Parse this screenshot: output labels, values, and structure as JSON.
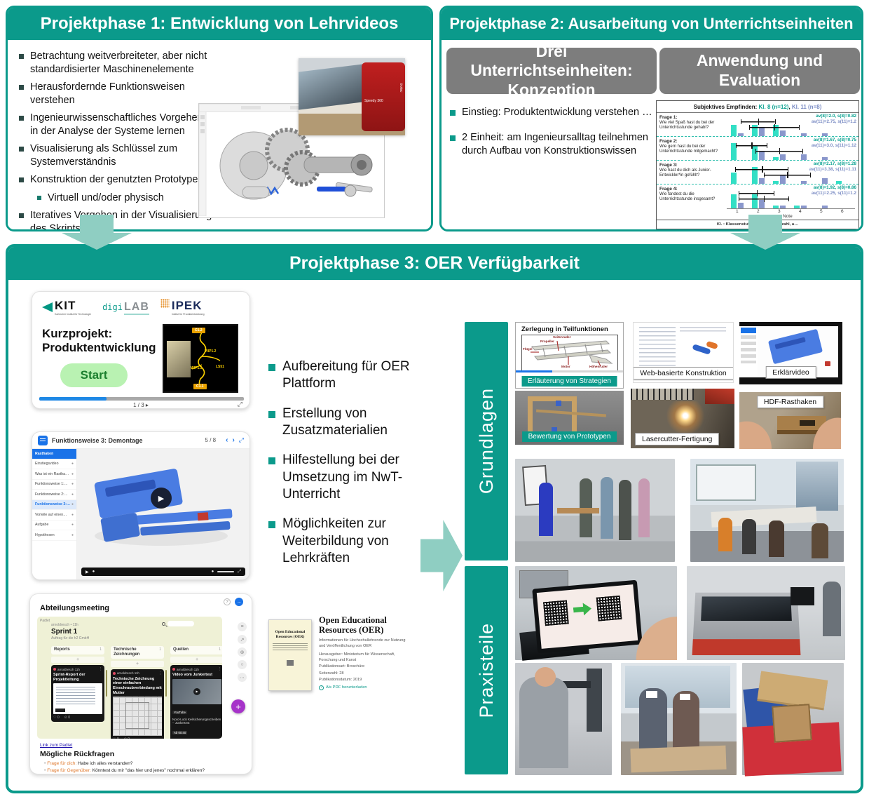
{
  "colors": {
    "teal": "#0b9a8b",
    "teal_light": "#8fcec2",
    "gray_header": "#7d7d7d",
    "chart_teal": "#33dfc5",
    "chart_blue": "#8a97cc",
    "progress_blue": "#1e88e5",
    "start_green": "#b9f2b2",
    "plus_purple": "#a633c9"
  },
  "phase1": {
    "title": "Projektphase 1: Entwicklung von Lehrvideos",
    "bullets": [
      {
        "text": "Betrachtung weitverbreiteter, aber nicht standardisierter Maschinenelemente",
        "level": 1
      },
      {
        "text": "Herausfordernde Funktionsweisen verstehen",
        "level": 1
      },
      {
        "text": "Ingenieurwissenschaftliches Vorgehen in der Analyse der Systeme lernen",
        "level": 1
      },
      {
        "text": "Visualisierung als Schlüssel zum Systemverständnis",
        "level": 1
      },
      {
        "text": "Konstruktion der genutzten Prototypen",
        "level": 1
      },
      {
        "text": "Virtuell und/oder physisch",
        "level": 2
      },
      {
        "text": "Iteratives Vorgehen in der Visualisierung des Skripts",
        "level": 1
      }
    ],
    "machine_label_1": "Speedy 360",
    "machine_label_2": "trotec"
  },
  "phase2": {
    "title": "Projektphase 2: Ausarbeitung von Unterrichtseinheiten",
    "col_left_header": "Drei Unterrichtseinheiten: Konzeption",
    "col_right_header": "Anwendung und Evaluation",
    "bullets": [
      {
        "text": "Einstieg: Produktentwicklung verstehen …",
        "level": 1
      },
      {
        "text": "2 Einheit: am Ingenieursalltag teilnehmen durch Aufbau von Konstruktionswissen",
        "level": 1
      }
    ]
  },
  "chart_data": {
    "type": "bar",
    "title": "Subjektives Empfinden:",
    "legend": [
      {
        "label": "Kl. 8 (n=12)",
        "color": "#33dfc5"
      },
      {
        "label": "Kl. 11 (n=8)",
        "color": "#8a97cc"
      }
    ],
    "xlabel": "Note",
    "x": [
      1,
      2,
      3,
      4,
      5,
      6
    ],
    "xlim": [
      0.5,
      6.5
    ],
    "rows": [
      {
        "label": "Frage 1:",
        "question": "Wie viel Spaß hast du bei der Unterrichtsstunde gehabt?",
        "stats_kl8": "av(8)=2.0, s(8)=0.82",
        "stats_kl11": "av(11)=2.75, s(11)=1.2",
        "kl8_av": 2.0,
        "kl8_s": 0.82,
        "kl11_av": 2.75,
        "kl11_s": 1.2,
        "kl8_counts": [
          4,
          4,
          4,
          0,
          0,
          0
        ],
        "kl11_counts": [
          1,
          3,
          2,
          1,
          1,
          0
        ]
      },
      {
        "label": "Frage 2:",
        "question": "Wie gern hast du bei der Unterrichtsstunde mitgemacht?",
        "stats_kl8": "av(8)=1.67, s(8)=0.75",
        "stats_kl11": "av(11)=3.0, s(11)=1.12",
        "kl8_av": 1.67,
        "kl8_s": 0.75,
        "kl11_av": 3.0,
        "kl11_s": 1.12,
        "kl8_counts": [
          6,
          5,
          1,
          0,
          0,
          0
        ],
        "kl11_counts": [
          0,
          3,
          2,
          2,
          1,
          0
        ]
      },
      {
        "label": "Frage 3:",
        "question": "Wie hast du dich als Junior-Entwickler*in gefühlt?",
        "stats_kl8": "av(8)=2.17, s(8)=1.28",
        "stats_kl11": "av(11)=3.38, s(11)=1.11",
        "kl8_av": 2.17,
        "kl8_s": 1.28,
        "kl11_av": 3.38,
        "kl11_s": 1.11,
        "kl8_counts": [
          4,
          6,
          1,
          0,
          0,
          1
        ],
        "kl11_counts": [
          0,
          2,
          3,
          1,
          2,
          0
        ]
      },
      {
        "label": "Frage 4:",
        "question": "Wie fandest du die Unterrichtsstunde insgesamt?",
        "stats_kl8": "av(8)=1.92, s(8)=0.86",
        "stats_kl11": "av(11)=2.25, s(11)=1.2",
        "kl8_av": 1.92,
        "kl8_s": 0.86,
        "kl11_av": 2.25,
        "kl11_s": 1.2,
        "kl8_counts": [
          5,
          5,
          1,
          1,
          0,
          0
        ],
        "kl11_counts": [
          2,
          3,
          1,
          1,
          1,
          0
        ]
      }
    ],
    "footnote": "Kl. : Klassenstufe, n : Probandenzahl, a…"
  },
  "phase3": {
    "title": "Projektphase 3: OER Verfügbarkeit",
    "bullets": [
      {
        "text": "Aufbereitung für OER Plattform",
        "level": 1
      },
      {
        "text": "Erstellung von Zusatzmaterialien",
        "level": 1
      },
      {
        "text": "Hilfestellung bei der Umsetzung im NwT-Unterricht",
        "level": 1
      },
      {
        "text": "Möglichkeiten zur Weiterbildung von Lehrkräften",
        "level": 1
      }
    ],
    "card_kurzprojekt": {
      "logo_kit": "KIT",
      "logo_kit_sub": "Karlsruher Institut für Technologie",
      "logo_digi_1": "digi",
      "logo_digi_2": "LAB",
      "logo_ipek": "IPEK",
      "logo_ipek_sub": "Institut für Produktentwicklung",
      "title": "Kurzprojekt: Produktentwicklung",
      "start_button": "Start",
      "page_indicator": "1 / 3 ▸",
      "expand_icon": "⤢",
      "image_labels": [
        "C1.2",
        "WIP1.2",
        "WIP1.3",
        "LS51",
        "C1.1"
      ]
    },
    "card_player": {
      "header": "Funktionsweise 3: Demontage",
      "page": "5 / 8",
      "icons": {
        "prev": "‹",
        "next": "›",
        "fullscreen": "⤢",
        "play": "▶"
      },
      "sidebar": [
        "Rasthaken",
        "Einstiegsvideo",
        "Was ist ein Rastha…",
        "Funktionsweise 1:…",
        "Funktionsweise 2:…",
        "Funktionsweise 3:…",
        "Vorteile auf einen…",
        "Aufgabe",
        "Hypothesen"
      ]
    },
    "card_padlet": {
      "title": "Abteilungsmeeting",
      "brand": "Padlet",
      "author": "arnoldresch • 11h",
      "board_title": "Sprint 1",
      "board_subtitle": "Auftrag für die h2 GmbH",
      "card_author": "arnoldresch 11h",
      "card_likes": "♡ 0",
      "card_comments": "⊙ 0",
      "columns": [
        {
          "name": "Reports",
          "count": "1",
          "kind": "document",
          "card_title": "Sprint-Report der Projektleitung"
        },
        {
          "name": "Technische Zeichnungen",
          "count": "1",
          "kind": "drawing",
          "card_title": "Technische Zeichnung einer einfachen Einschraubverbindung mit Mutter"
        },
        {
          "name": "Quellen",
          "count": "1",
          "kind": "video",
          "card_title": "Video vom Junkertest",
          "video_label": "YouTube",
          "video_caption": "Nord-Lock Keilsicherungsscheiben – Junkertest",
          "video_time": "Ab 00:40"
        }
      ],
      "link": "Link zum Padlet",
      "questions_title": "Mögliche Rückfragen",
      "questions": [
        {
          "prefix": "Frage für dich:",
          "text": "Habe ich alles verstanden?"
        },
        {
          "prefix": "Frage für Gegenüber:",
          "text": "Könntest du mir \"das hier und jenes\" nochmal erklären?"
        }
      ]
    },
    "oer": {
      "title": "Open Educational Resources (OER)",
      "subtitle": "Informationen für Hochschullehrende zur Nutzung und Veröffentlichung von OER",
      "publisher": "Herausgeber: Ministerium für Wissenschaft, Forschung und Kunst",
      "pub_type": "Publikationsart: Broschüre",
      "pages": "Seitenzahl: 28",
      "date": "Publikationsdatum: 2019",
      "download": "Als PDF herunterladen"
    },
    "section_grundlagen": "Grundlagen",
    "section_praxisteile": "Praxisteile",
    "captions": {
      "zerlegung_title": "Zerlegung in Teilfunktionen",
      "plane_labels": [
        "Seitenruder",
        "Propeller",
        "Flügel",
        "Motor",
        "Höhenruder"
      ],
      "erlaeuterung": "Erläuterung von Strategien",
      "webkonstruktion": "Web-basierte Konstruktion",
      "erklaervideo": "Erklärvideo",
      "bewertung": "Bewertung von Prototypen",
      "lasercutter": "Lasercutter-Fertigung",
      "hdf": "HDF-Rasthaken"
    }
  }
}
